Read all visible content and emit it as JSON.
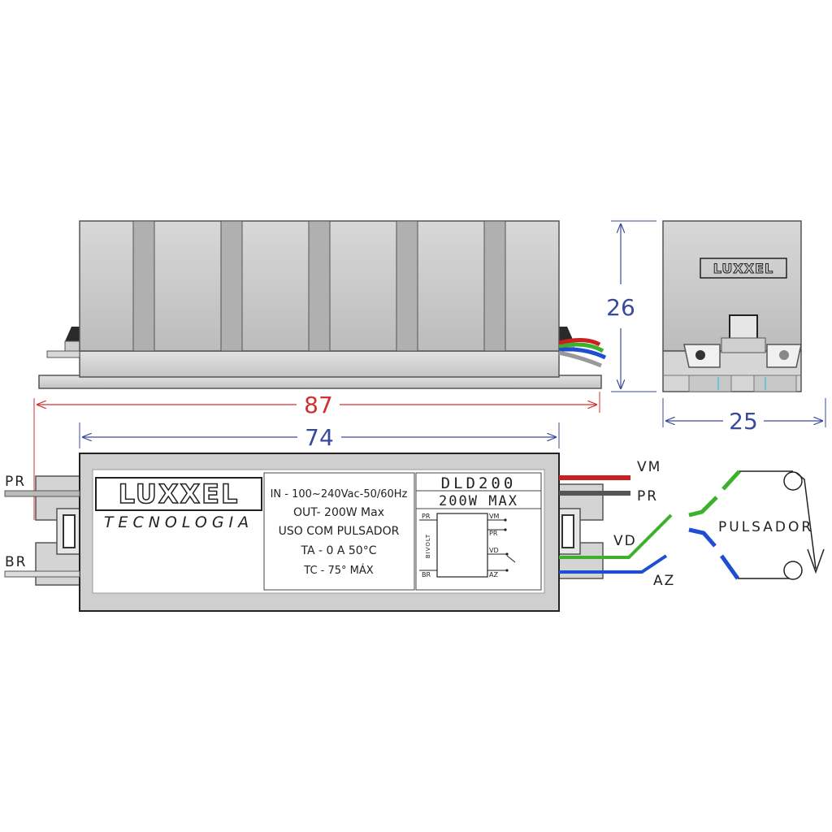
{
  "dimensions": {
    "height": "26",
    "depth": "25",
    "overall_length": "87",
    "body_length": "74"
  },
  "brand": {
    "name": "LUXXEL",
    "subtitle": "TECNOLOGIA"
  },
  "specs": {
    "line1": "IN - 100~240Vac-50/60Hz",
    "line2": "OUT- 200W Max",
    "line3": "USO COM PULSADOR",
    "line4": "TA - 0 A 50°C",
    "line5": "TC - 75° MÁX"
  },
  "model": {
    "name": "DLD200",
    "power": "200W MAX"
  },
  "schematic": {
    "pr_in": "PR",
    "br_in": "BR",
    "bivolt": "BIVOLT",
    "vm_out": "VM",
    "pr_out": "PR",
    "vd_out": "VD",
    "az_out": "AZ"
  },
  "wires": {
    "pr_left": "PR",
    "br_left": "BR",
    "vm": "VM",
    "pr_right": "PR",
    "vd": "VD",
    "az": "AZ",
    "switch_label": "PULSADOR"
  },
  "colors": {
    "red_wire": "#cc1f1f",
    "dark_wire": "#555555",
    "green_wire": "#3cb22c",
    "blue_wire": "#1f4fd0",
    "dimension_blue": "#3a4a9a",
    "dimension_red": "#d03030",
    "housing_gray": "#c9c9c9"
  }
}
